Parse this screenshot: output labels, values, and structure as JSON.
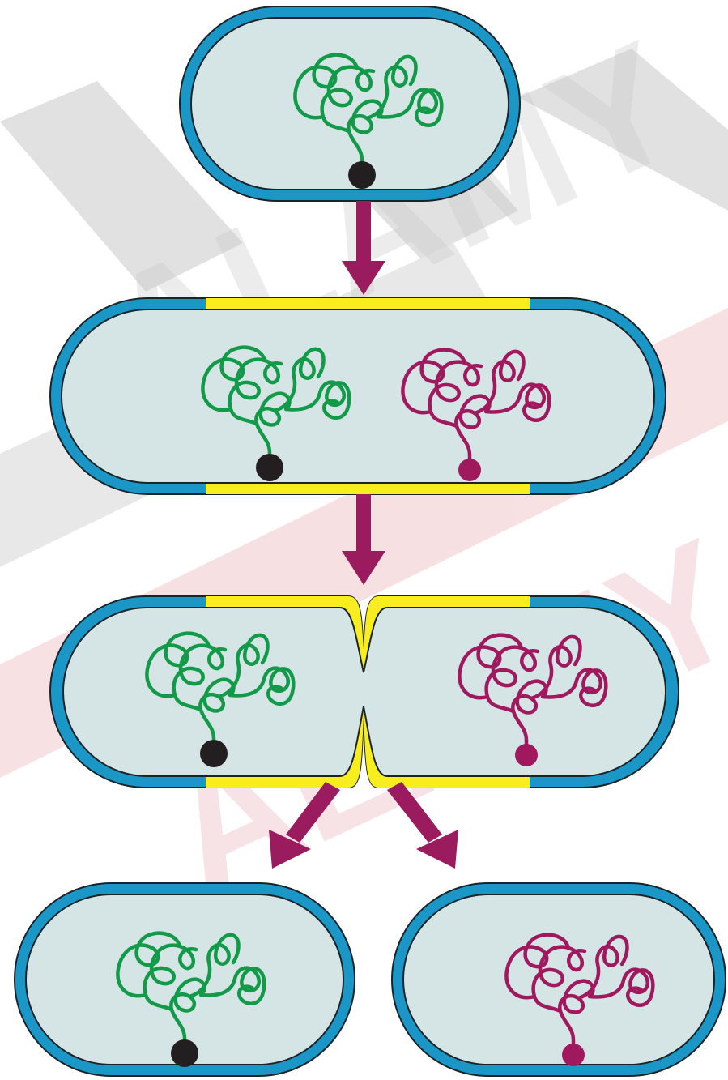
{
  "watermark": {
    "text_top": "ALAMY",
    "text_bottom": "ALAMY",
    "color_top": "#c9c9c9",
    "color_bottom": "#f0c8cc"
  },
  "colors": {
    "cytoplasm": "#d5e5e6",
    "cell_wall": "#1a97c6",
    "cell_outline": "#1a2328",
    "new_wall": "#f8ed1e",
    "arrow": "#9b1b5f",
    "parent_dna": "#129a49",
    "daughter_dna": "#a0195e",
    "parent_origin": "#231f20",
    "daughter_origin": "#a0195e"
  },
  "stages": [
    {
      "name": "single-cell",
      "chromosomes": [
        "parent"
      ]
    },
    {
      "name": "elongated-cell",
      "chromosomes": [
        "parent",
        "daughter"
      ]
    },
    {
      "name": "constricting-cell",
      "chromosomes": [
        "parent",
        "daughter"
      ]
    },
    {
      "name": "two-daughter-cells",
      "chromosomes": [
        "parent",
        "daughter"
      ]
    }
  ],
  "icons": {
    "arrow": "arrow-down-icon",
    "dna": "dna-coil-icon",
    "origin": "replication-origin-icon"
  }
}
